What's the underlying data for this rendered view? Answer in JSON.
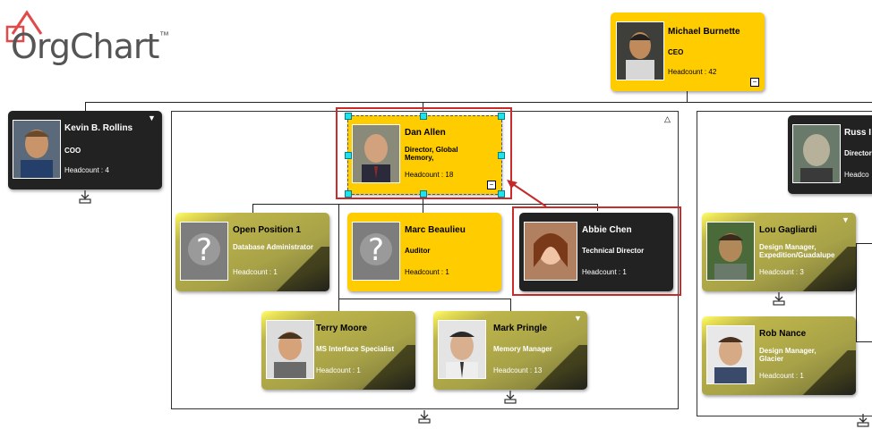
{
  "logo": {
    "text": "OrgChart",
    "tm": "™"
  },
  "ceo": {
    "name": "Michael Burnette",
    "title": "CEO",
    "headcount": "Headcount : 42"
  },
  "kevin": {
    "name": "Kevin B. Rollins",
    "title": "COO",
    "headcount": "Headcount : 4"
  },
  "dan": {
    "name": "Dan Allen",
    "title": "Director, Global Memory,",
    "headcount": "Headcount : 18"
  },
  "russ": {
    "name": "Russ I",
    "title": "Director",
    "headcount": "Headco"
  },
  "open": {
    "name": "Open Position 1",
    "title": "Database Administrator",
    "headcount": "Headcount : 1"
  },
  "marc": {
    "name": "Marc Beaulieu",
    "title": "Auditor",
    "headcount": "Headcount : 1"
  },
  "abbie": {
    "name": "Abbie Chen",
    "title": "Technical Director",
    "headcount": "Headcount : 1"
  },
  "terry": {
    "name": "Terry Moore",
    "title": "MS Interface Specialist",
    "headcount": "Headcount : 1"
  },
  "mark": {
    "name": "Mark Pringle",
    "title": "Memory Manager",
    "headcount": "Headcount : 13"
  },
  "lou": {
    "name": "Lou Gagliardi",
    "title": "Design Manager, Expedition/Guadalupe",
    "headcount": "Headcount : 3"
  },
  "rob": {
    "name": "Rob Nance",
    "title": "Design Manager, Glacier",
    "headcount": "Headcount : 1"
  },
  "colors": {
    "gold": "#ffcc00",
    "dark": "#222222",
    "selection": "#cc2b2b",
    "handle": "#1ee3ee"
  }
}
